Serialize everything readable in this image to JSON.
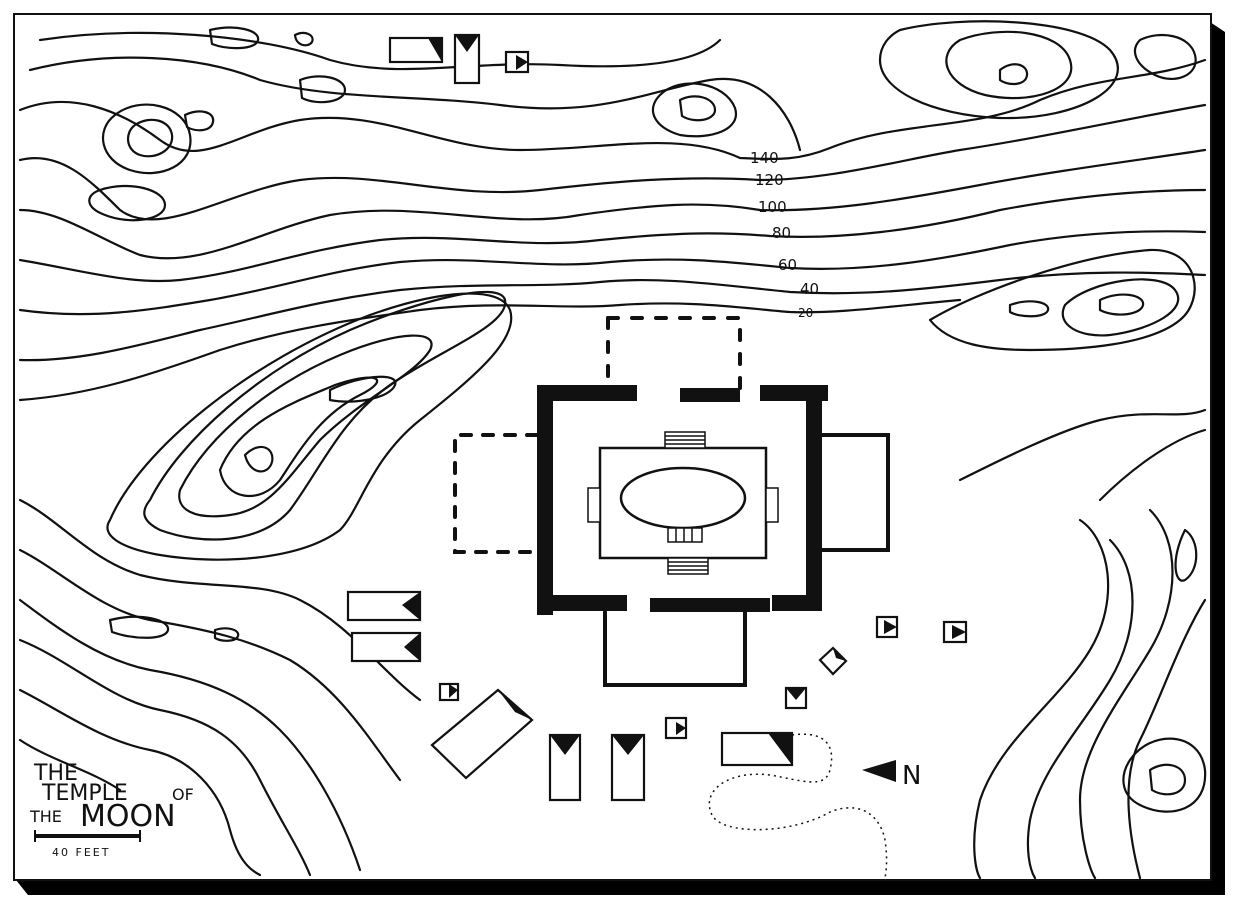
{
  "map": {
    "title_line1": "THE",
    "title_line2": "TEMPLE",
    "title_line3": "THE",
    "title_moon": "MOON",
    "title_of": "OF",
    "scale_label": "40 FEET",
    "north_label": "N",
    "contour_labels": [
      "140",
      "120",
      "100",
      "80",
      "60",
      "40",
      "20"
    ]
  },
  "colors": {
    "ink": "#111111",
    "paper": "#ffffff",
    "frame_shadow": "#000000"
  }
}
